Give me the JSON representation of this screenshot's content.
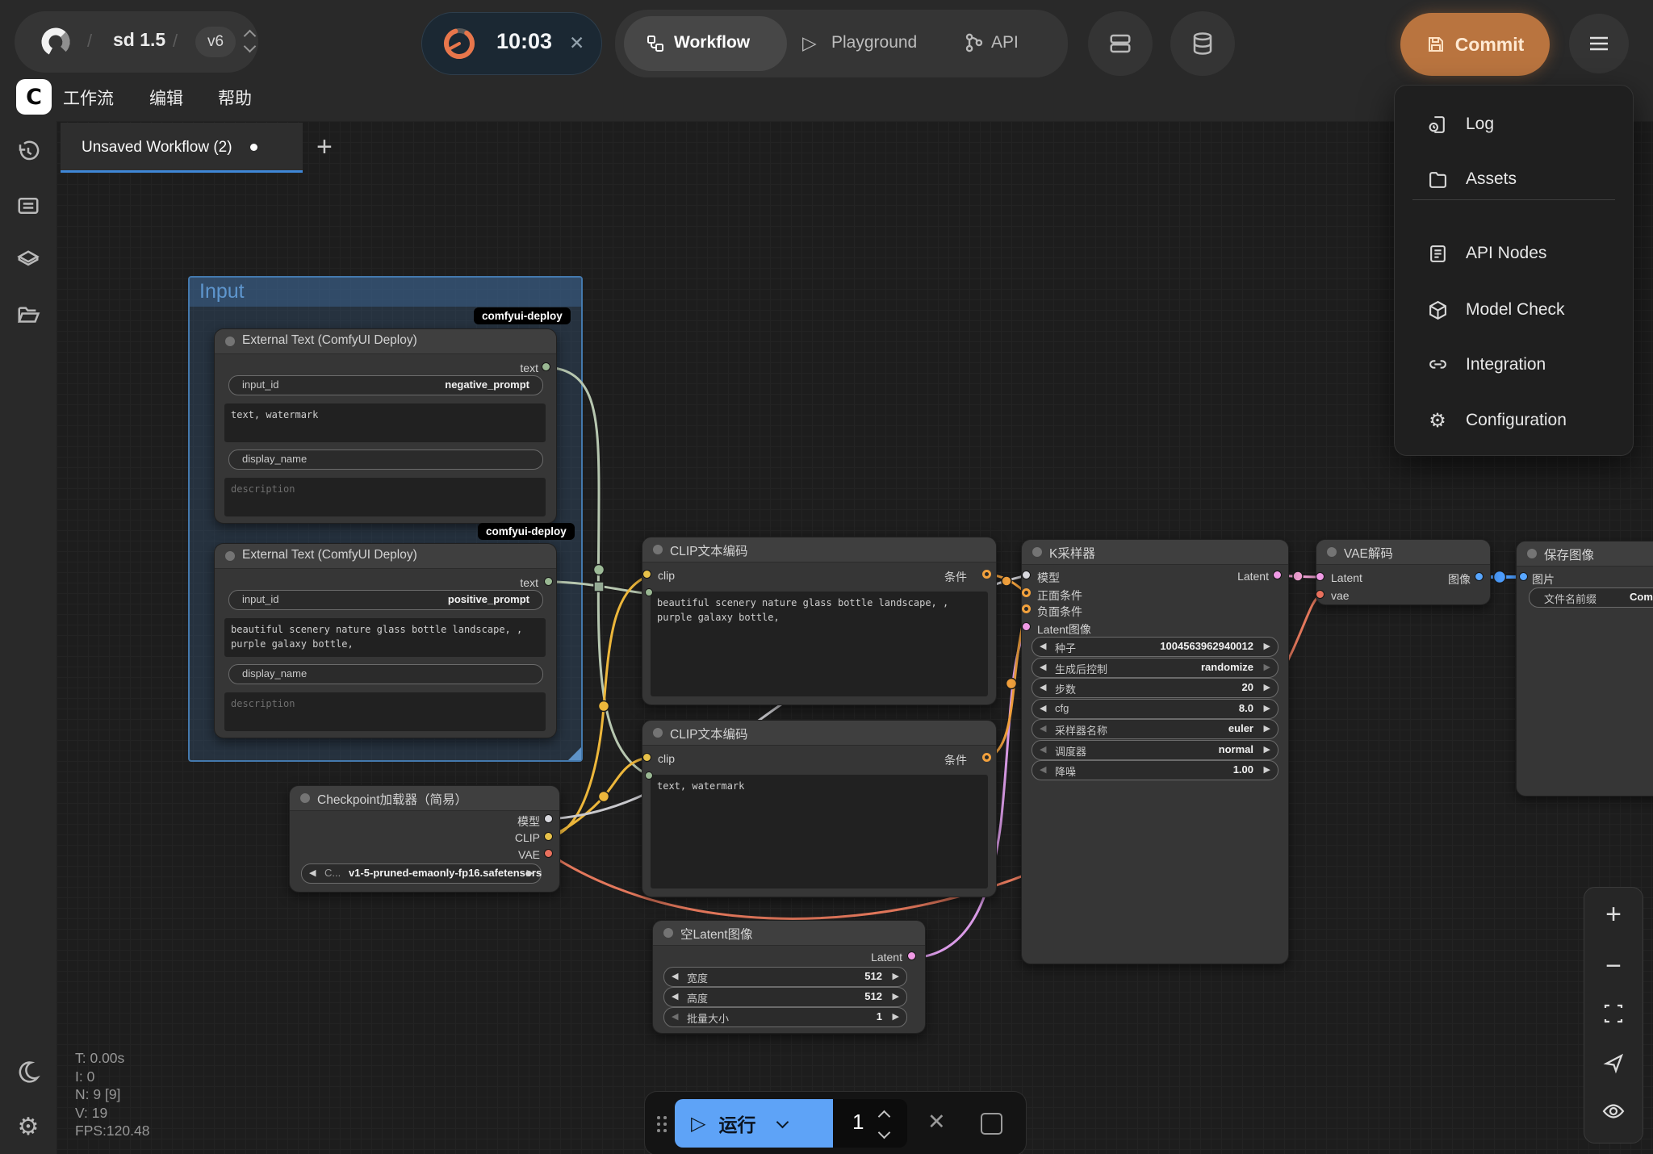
{
  "header": {
    "breadcrumb": {
      "separator": "/",
      "project": "sd 1.5",
      "version": "v6"
    },
    "timer": {
      "time": "10:03"
    },
    "tabs": [
      {
        "label": "Workflow"
      },
      {
        "label": "Playground"
      },
      {
        "label": "API"
      }
    ],
    "commit_label": "Commit",
    "menu_items": [
      {
        "label": "工作流"
      },
      {
        "label": "编辑"
      },
      {
        "label": "帮助"
      }
    ]
  },
  "workflow_tab": {
    "label": "Unsaved Workflow (2)"
  },
  "dropdown_menu": {
    "items": [
      {
        "label": "Log",
        "icon": "log-clock-file"
      },
      {
        "label": "Assets",
        "icon": "folder"
      },
      {
        "label": "API Nodes",
        "icon": "document"
      },
      {
        "label": "Model Check",
        "icon": "cube"
      },
      {
        "label": "Integration",
        "icon": "link"
      },
      {
        "label": "Configuration",
        "icon": "gear"
      }
    ]
  },
  "group": {
    "title": "Input"
  },
  "badge_label": "comfyui-deploy",
  "nodes": {
    "external_text_1": {
      "title": "External Text (ComfyUI Deploy)",
      "output": "text",
      "input_id_label": "input_id",
      "input_id_value": "negative_prompt",
      "text_value": "text, watermark",
      "display_name_label": "display_name",
      "description_placeholder": "description"
    },
    "external_text_2": {
      "title": "External Text (ComfyUI Deploy)",
      "output": "text",
      "input_id_label": "input_id",
      "input_id_value": "positive_prompt",
      "text_value": "beautiful scenery nature glass bottle landscape, , purple galaxy bottle,",
      "display_name_label": "display_name",
      "description_placeholder": "description"
    },
    "clip_encode_1": {
      "title": "CLIP文本编码",
      "input": "clip",
      "output": "条件",
      "text_value": "beautiful scenery nature glass bottle landscape, , purple galaxy bottle,"
    },
    "clip_encode_2": {
      "title": "CLIP文本编码",
      "input": "clip",
      "output": "条件",
      "text_value": "text, watermark"
    },
    "ksampler": {
      "title": "K采样器",
      "inputs": [
        "模型",
        "正面条件",
        "负面条件",
        "Latent图像"
      ],
      "output": "Latent",
      "widgets": [
        {
          "label": "种子",
          "value": "1004563962940012"
        },
        {
          "label": "生成后控制",
          "value": "randomize"
        },
        {
          "label": "步数",
          "value": "20"
        },
        {
          "label": "cfg",
          "value": "8.0"
        },
        {
          "label": "采样器名称",
          "value": "euler"
        },
        {
          "label": "调度器",
          "value": "normal"
        },
        {
          "label": "降噪",
          "value": "1.00"
        }
      ]
    },
    "vae_decode": {
      "title": "VAE解码",
      "inputs": [
        "Latent",
        "vae"
      ],
      "output": "图像"
    },
    "save_image": {
      "title": "保存图像",
      "input": "图片",
      "widget_label": "文件名前缀",
      "widget_value": "Comf"
    },
    "checkpoint": {
      "title": "Checkpoint加载器（简易）",
      "outputs": [
        "模型",
        "CLIP",
        "VAE"
      ],
      "widget_label": "C...",
      "widget_value": "v1-5-pruned-emaonly-fp16.safetensors"
    },
    "empty_latent": {
      "title": "空Latent图像",
      "output": "Latent",
      "widgets": [
        {
          "label": "宽度",
          "value": "512"
        },
        {
          "label": "高度",
          "value": "512"
        },
        {
          "label": "批量大小",
          "value": "1"
        }
      ]
    }
  },
  "stats": {
    "lines": [
      "T: 0.00s",
      "I: 0",
      "N: 9 [9]",
      "V: 19",
      "FPS:120.48"
    ]
  },
  "run_bar": {
    "run_label": "运行",
    "count": "1"
  },
  "icons": {
    "arrow_left": "◀",
    "arrow_right": "▶",
    "close": "✕",
    "plus": "+",
    "zoom_in": "+",
    "zoom_out": "−",
    "play_outline": "▷",
    "gear": "⚙",
    "moon": "☾"
  },
  "colors": {
    "commit_orange": "#b9743f",
    "run_blue": "#5ea3f7",
    "tab_underline": "#3f87d7",
    "timer_ring": "#e8764b",
    "group_blue": "#4479ad",
    "port_text_green": "#9ab893",
    "port_clip_yellow": "#e7c14a",
    "port_cond_orange": "#f2a13d",
    "port_model_white": "#d8d8de",
    "port_latent_pink": "#f09ae5",
    "port_vae_salmon": "#e8705d",
    "port_image_blue": "#58a6ff"
  }
}
